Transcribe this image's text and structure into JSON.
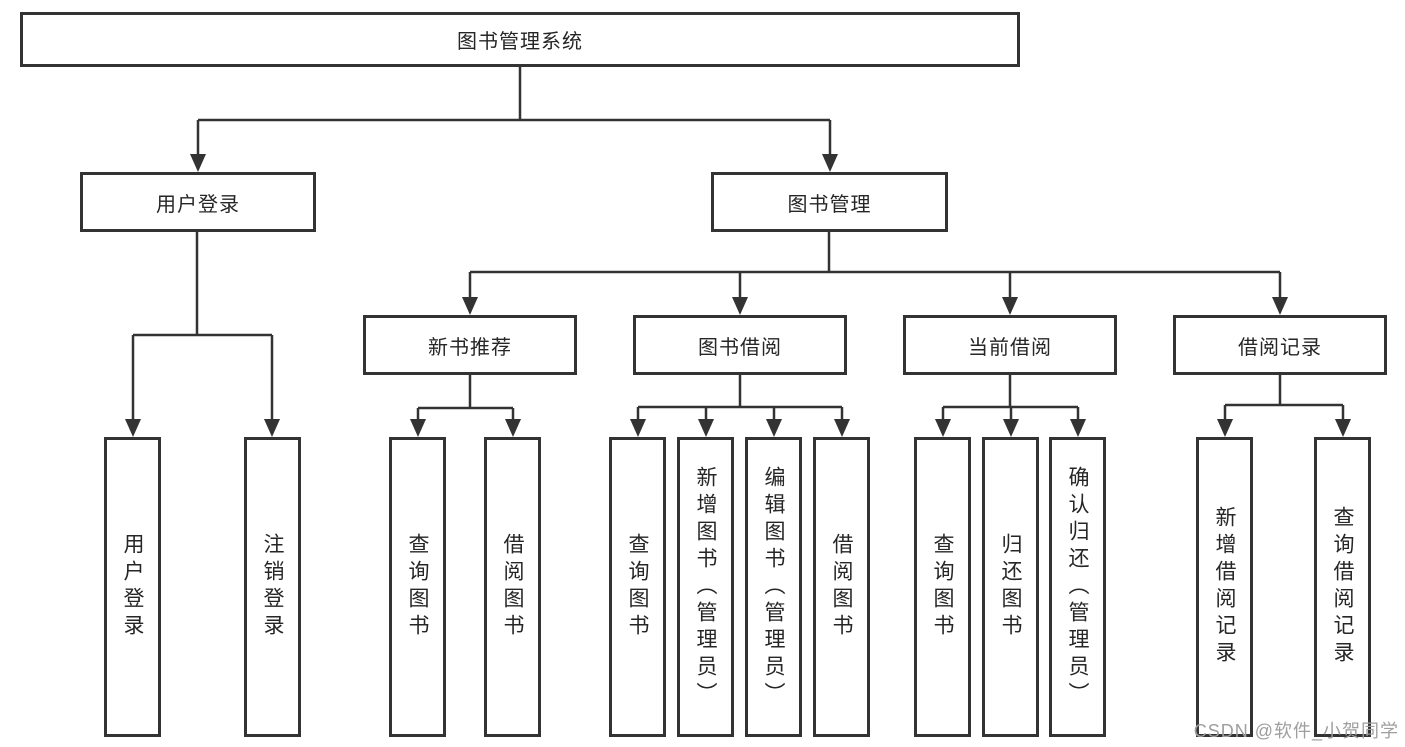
{
  "root": {
    "label": "图书管理系统"
  },
  "level2": [
    {
      "label": "用户登录",
      "children": [
        "用户登录",
        "注销登录"
      ]
    },
    {
      "label": "图书管理",
      "groups": [
        {
          "label": "新书推荐",
          "children": [
            "查询图书",
            "借阅图书"
          ]
        },
        {
          "label": "图书借阅",
          "children": [
            "查询图书",
            "新增图书（管理员）",
            "编辑图书（管理员）",
            "借阅图书"
          ]
        },
        {
          "label": "当前借阅",
          "children": [
            "查询图书",
            "归还图书",
            "确认归还（管理员）"
          ]
        },
        {
          "label": "借阅记录",
          "children": [
            "新增借阅记录",
            "查询借阅记录"
          ]
        }
      ]
    }
  ],
  "watermark": "CSDN @软件_小贺同学",
  "colors": {
    "line": "#333333",
    "box_border": "#333333",
    "box_fill": "#ffffff",
    "text": "#262626",
    "watermark": "#9e9e9e",
    "background": "#ffffff"
  }
}
